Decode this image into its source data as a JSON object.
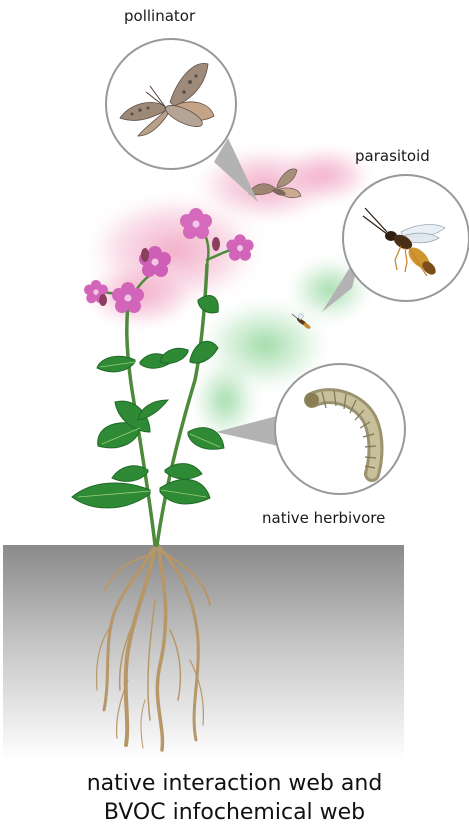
{
  "labels": {
    "pollinator": "pollinator",
    "parasitoid": "parasitoid",
    "native_herbivore": "native herbivore"
  },
  "caption": {
    "line1": "native interaction web and",
    "line2": "BVOC infochemical web"
  },
  "colors": {
    "floral_plume": "#ee8fb4",
    "leaf_plume": "#7fcf8a",
    "flower": "#d265b9",
    "leaf": "#2f8a35",
    "soil_top": "#8d8d8d",
    "soil_bottom": "#ffffff"
  }
}
